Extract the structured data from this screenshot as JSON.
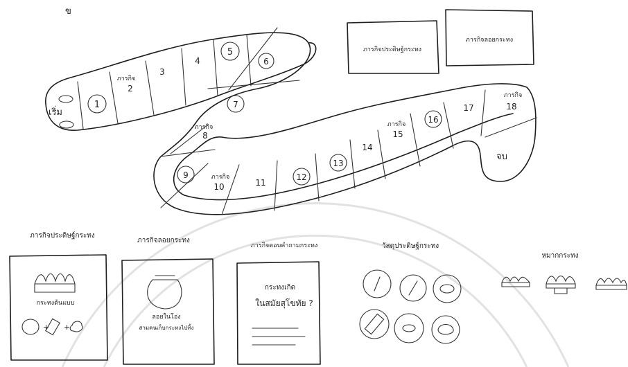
{
  "page_mark": "ข",
  "board": {
    "start_label": "เริ่ม",
    "end_label": "จบ",
    "mission_word": "ภารกิจ",
    "cells": [
      "1",
      "2",
      "3",
      "4",
      "5",
      "6",
      "7",
      "8",
      "9",
      "10",
      "11",
      "12",
      "13",
      "14",
      "15",
      "16",
      "17",
      "18"
    ]
  },
  "deck_boxes": {
    "left": "ภารกิจประดิษฐ์กระทง",
    "right": "ภารกิจลอยกระทง"
  },
  "cards": {
    "craft": {
      "title": "ภารกิจประดิษฐ์กระทง",
      "caption": "กระทงต้นแบบ"
    },
    "float": {
      "title": "ภารกิจลอยกระทง",
      "caption_line1": "ลอยในโอ่ง",
      "caption_line2": "สามคนเก็บกระทงไปทิ้ง"
    },
    "quiz": {
      "title": "ภารกิจตอบคำถามกระทง",
      "line1": "กระทงเกิด",
      "line2": "ในสมัยสุโขทัย ?"
    }
  },
  "materials": {
    "title": "วัสดุประดิษฐ์กระทง"
  },
  "tokens": {
    "title": "หมากกระทง"
  }
}
